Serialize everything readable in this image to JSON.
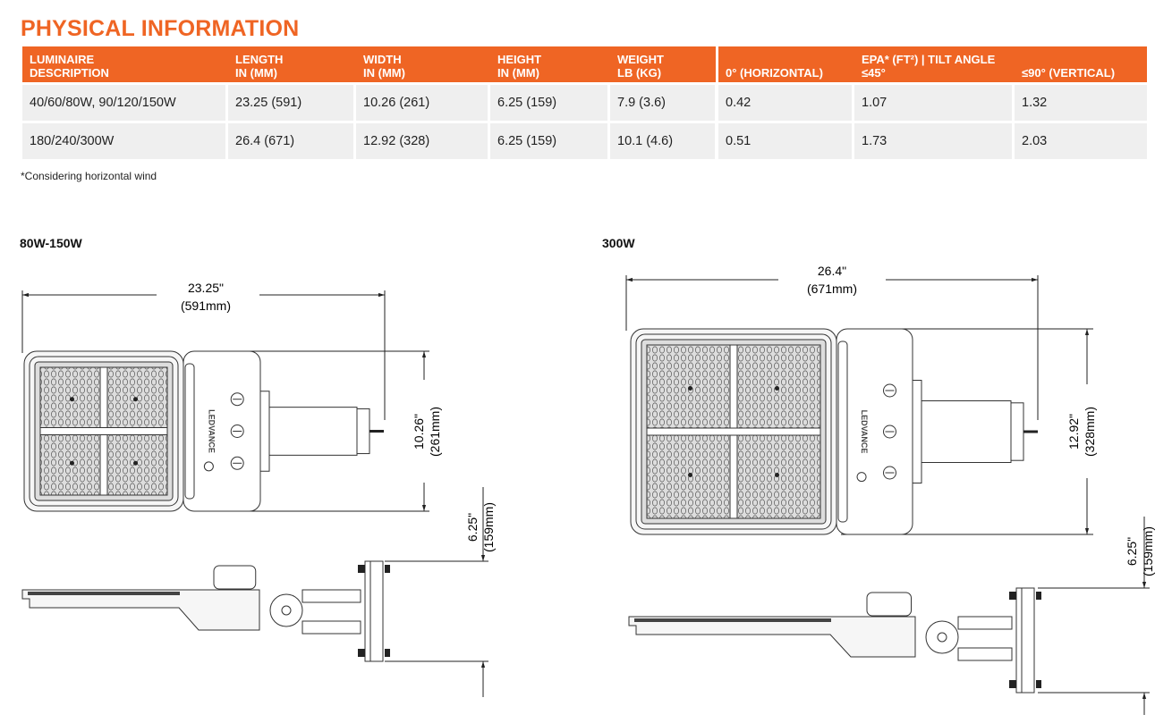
{
  "title": "PHYSICAL INFORMATION",
  "table": {
    "headers": {
      "description": [
        "LUMINAIRE",
        "DESCRIPTION"
      ],
      "length": [
        "LENGTH",
        "IN (MM)"
      ],
      "width": [
        "WIDTH",
        "IN (MM)"
      ],
      "height": [
        "HEIGHT",
        "IN (MM)"
      ],
      "weight": [
        "WEIGHT",
        "LB (KG)"
      ],
      "epa_group": "EPA* (FT²) | TILT ANGLE",
      "epa_0": "0° (HORIZONTAL)",
      "epa_45": "≤45°",
      "epa_90": "≤90° (VERTICAL)"
    },
    "rows": [
      {
        "description": "40/60/80W, 90/120/150W",
        "length": "23.25 (591)",
        "width": "10.26 (261)",
        "height": "6.25 (159)",
        "weight": "7.9 (3.6)",
        "epa_0": "0.42",
        "epa_45": "1.07",
        "epa_90": "1.32"
      },
      {
        "description": "180/240/300W",
        "length": "26.4 (671)",
        "width": "12.92 (328)",
        "height": "6.25 (159)",
        "weight": "10.1 (4.6)",
        "epa_0": "0.51",
        "epa_45": "1.73",
        "epa_90": "2.03"
      }
    ]
  },
  "note": "*Considering horizontal wind",
  "drawings": [
    {
      "label": "80W-150W",
      "length_in": "23.25\"",
      "length_mm": "(591mm)",
      "width_in": "10.26\"",
      "width_mm": "(261mm)",
      "height_in": "6.25\"",
      "height_mm": "(159mm)",
      "brand": "LEDVANCE"
    },
    {
      "label": "300W",
      "length_in": "26.4\"",
      "length_mm": "(671mm)",
      "width_in": "12.92\"",
      "width_mm": "(328mm)",
      "height_in": "6.25\"",
      "height_mm": "(159mm)",
      "brand": "LEDVANCE"
    }
  ]
}
